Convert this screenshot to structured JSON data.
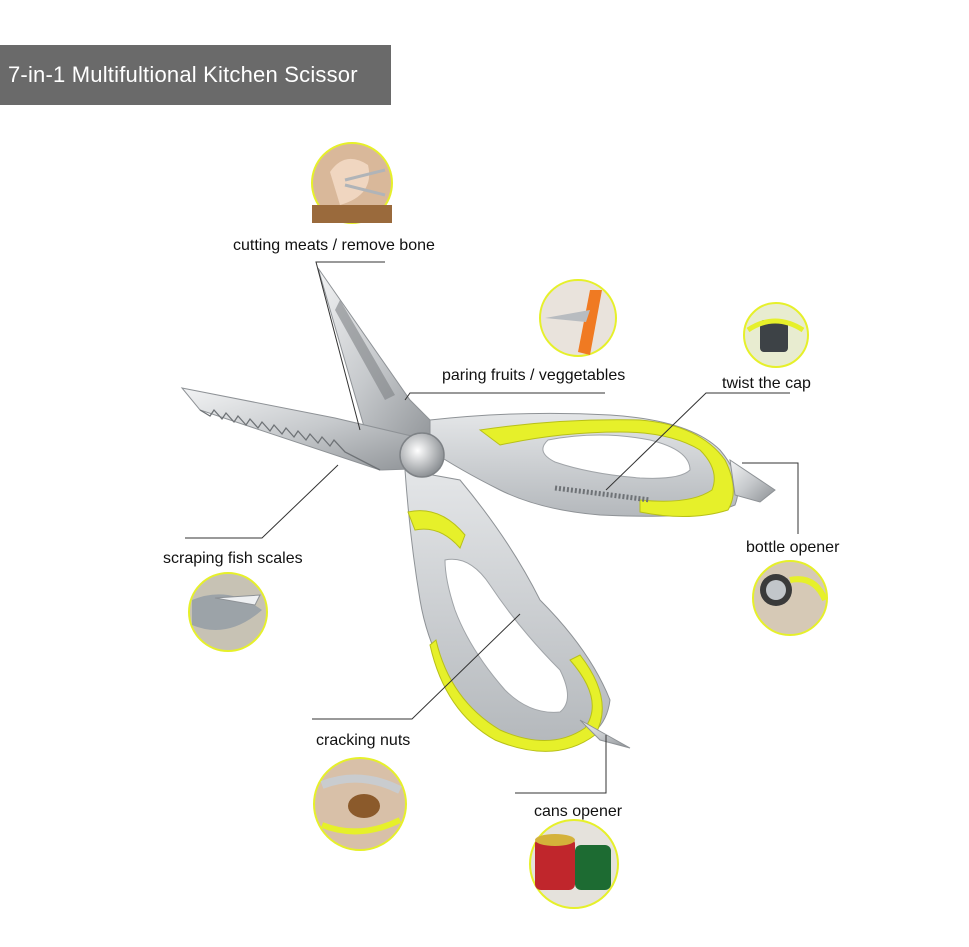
{
  "title": "7-in-1 Multifultional Kitchen Scissor",
  "colors": {
    "banner_bg": "#6a6a6a",
    "accent_yellow": "#e6f02a",
    "handle_gray": "#c9cccf",
    "blade_steel": "#d7dadd"
  },
  "features": [
    {
      "label": "cutting meats / remove bone",
      "icon": "meat-cutting-icon"
    },
    {
      "label": "paring fruits / veggetables",
      "icon": "carrot-peeling-icon"
    },
    {
      "label": "twist the cap",
      "icon": "cap-twist-icon"
    },
    {
      "label": "bottle opener",
      "icon": "bottle-opener-icon"
    },
    {
      "label": "scraping fish scales",
      "icon": "fish-scaling-icon"
    },
    {
      "label": "cracking nuts",
      "icon": "nut-cracking-icon"
    },
    {
      "label": "cans opener",
      "icon": "can-opening-icon"
    }
  ]
}
